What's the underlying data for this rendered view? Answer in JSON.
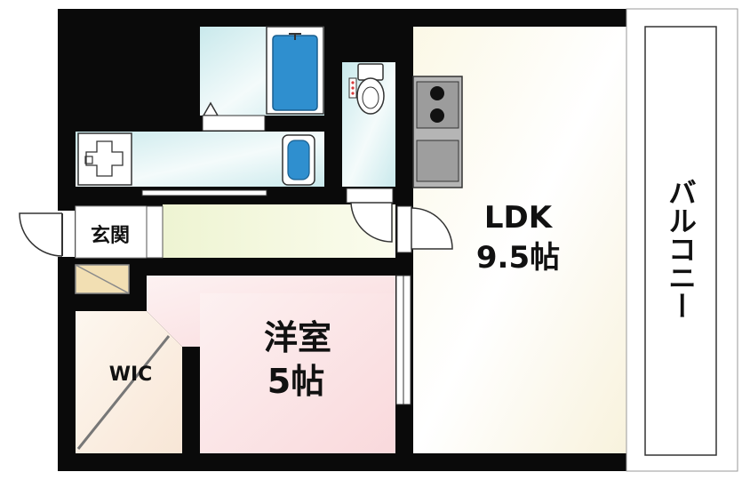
{
  "rooms": {
    "ldk": {
      "name": "LDK",
      "size": "9.5帖"
    },
    "western": {
      "name": "洋室",
      "size": "5帖"
    },
    "wic": {
      "name": "WIC"
    },
    "entrance": {
      "name": "玄関"
    }
  },
  "balcony": {
    "label": "バルコニー"
  },
  "colors": {
    "wall": "#0a0a0a",
    "ldk_floor": "#fbf8e8",
    "western_floor": "#fbe6e6",
    "wic_floor": "#fbefe4",
    "hall_floor": "#f3f6dc",
    "wet_area": "#d3eef0",
    "bathtub": "#2f8fcf",
    "balcony": "#ffffff"
  },
  "icons": [
    "bathtub-icon",
    "toilet-icon",
    "washbasin-icon",
    "stove-icon",
    "door-swing-icon"
  ]
}
